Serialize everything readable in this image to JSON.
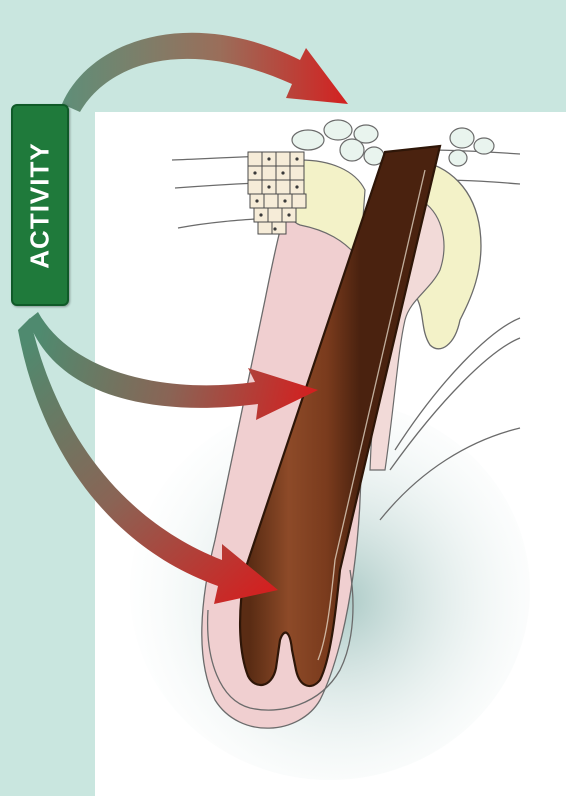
{
  "label": {
    "text": "ACTIVITY"
  },
  "colors": {
    "background": "#c9e6df",
    "panel": "#ffffff",
    "badge": "#1f7a3b",
    "arrow_start": "#4f8a6f",
    "arrow_end": "#d01e1e",
    "hair_shaft": "#7a3b1d",
    "follicle_sheath": "#f0cfd0",
    "sebaceous_gland": "#f3f2c8",
    "fat_cells": "#e9f4ee",
    "shadow": "#b9d4d0"
  },
  "arrows": [
    {
      "name": "arrow-to-skin-surface"
    },
    {
      "name": "arrow-to-hair-shaft"
    },
    {
      "name": "arrow-to-hair-bulb"
    }
  ]
}
